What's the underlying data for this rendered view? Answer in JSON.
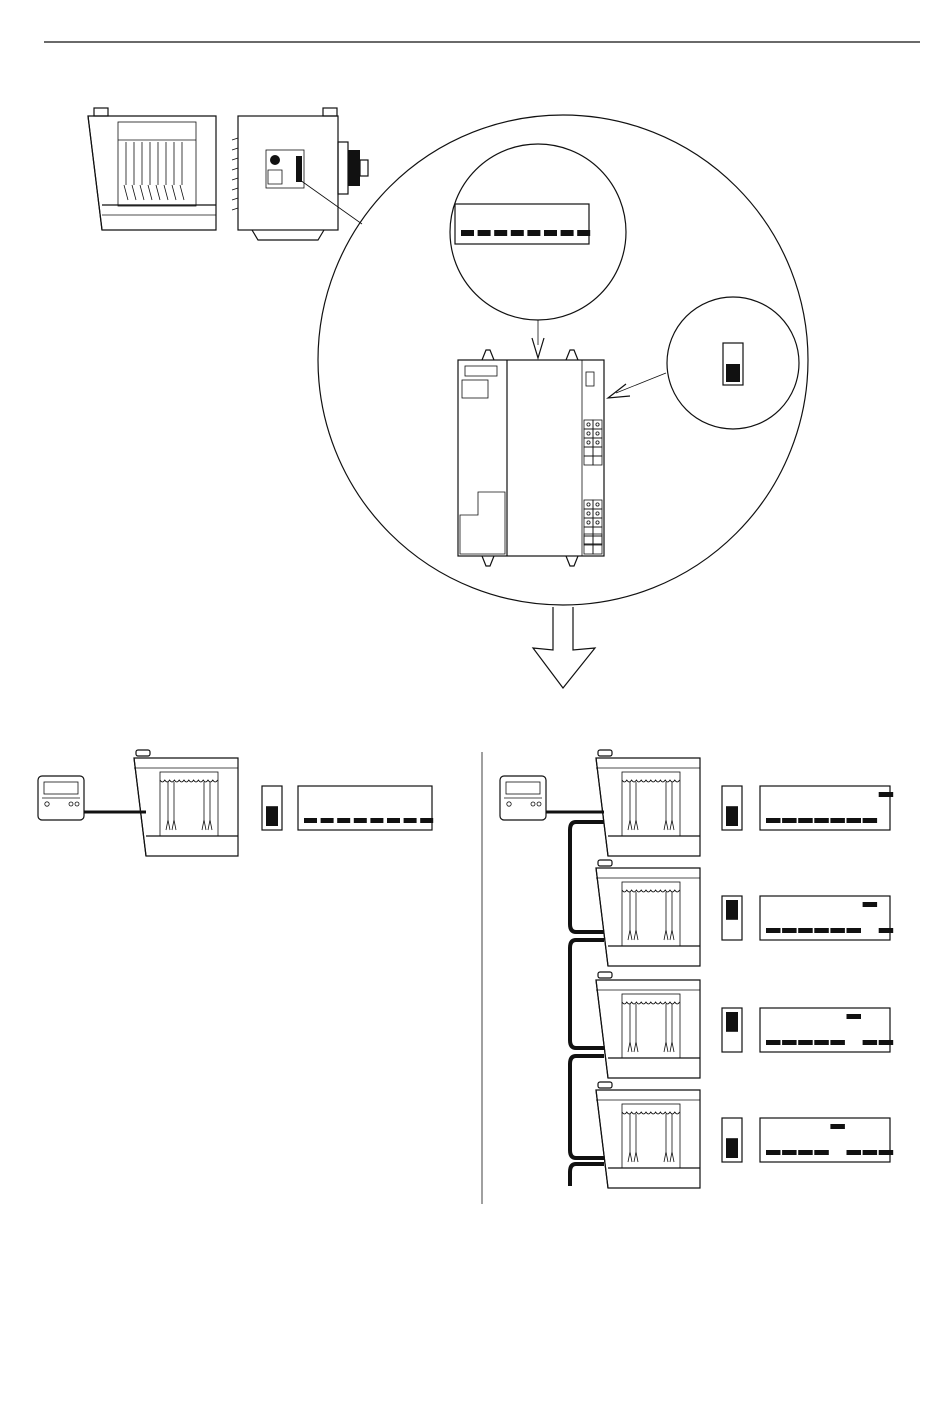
{
  "figure": {
    "kind": "installation diagram (no printed text)",
    "colors": {
      "line": "#111111",
      "background": "#ffffff"
    }
  },
  "detail": {
    "dip_switches": 8,
    "dip_states_default": [
      0,
      0,
      0,
      0,
      0,
      0,
      0,
      0
    ],
    "slide_switch": "down"
  },
  "single_unit": {
    "dip_states": [
      0,
      0,
      0,
      0,
      0,
      0,
      0,
      0
    ],
    "slide_switch": "down"
  },
  "chain_units": [
    {
      "dip_states": [
        0,
        0,
        0,
        0,
        0,
        0,
        0,
        1
      ],
      "slide_switch": "down"
    },
    {
      "dip_states": [
        0,
        0,
        0,
        0,
        0,
        0,
        1,
        0
      ],
      "slide_switch": "up"
    },
    {
      "dip_states": [
        0,
        0,
        0,
        0,
        0,
        1,
        0,
        0
      ],
      "slide_switch": "up"
    },
    {
      "dip_states": [
        0,
        0,
        0,
        0,
        1,
        0,
        0,
        0
      ],
      "slide_switch": "down"
    }
  ]
}
